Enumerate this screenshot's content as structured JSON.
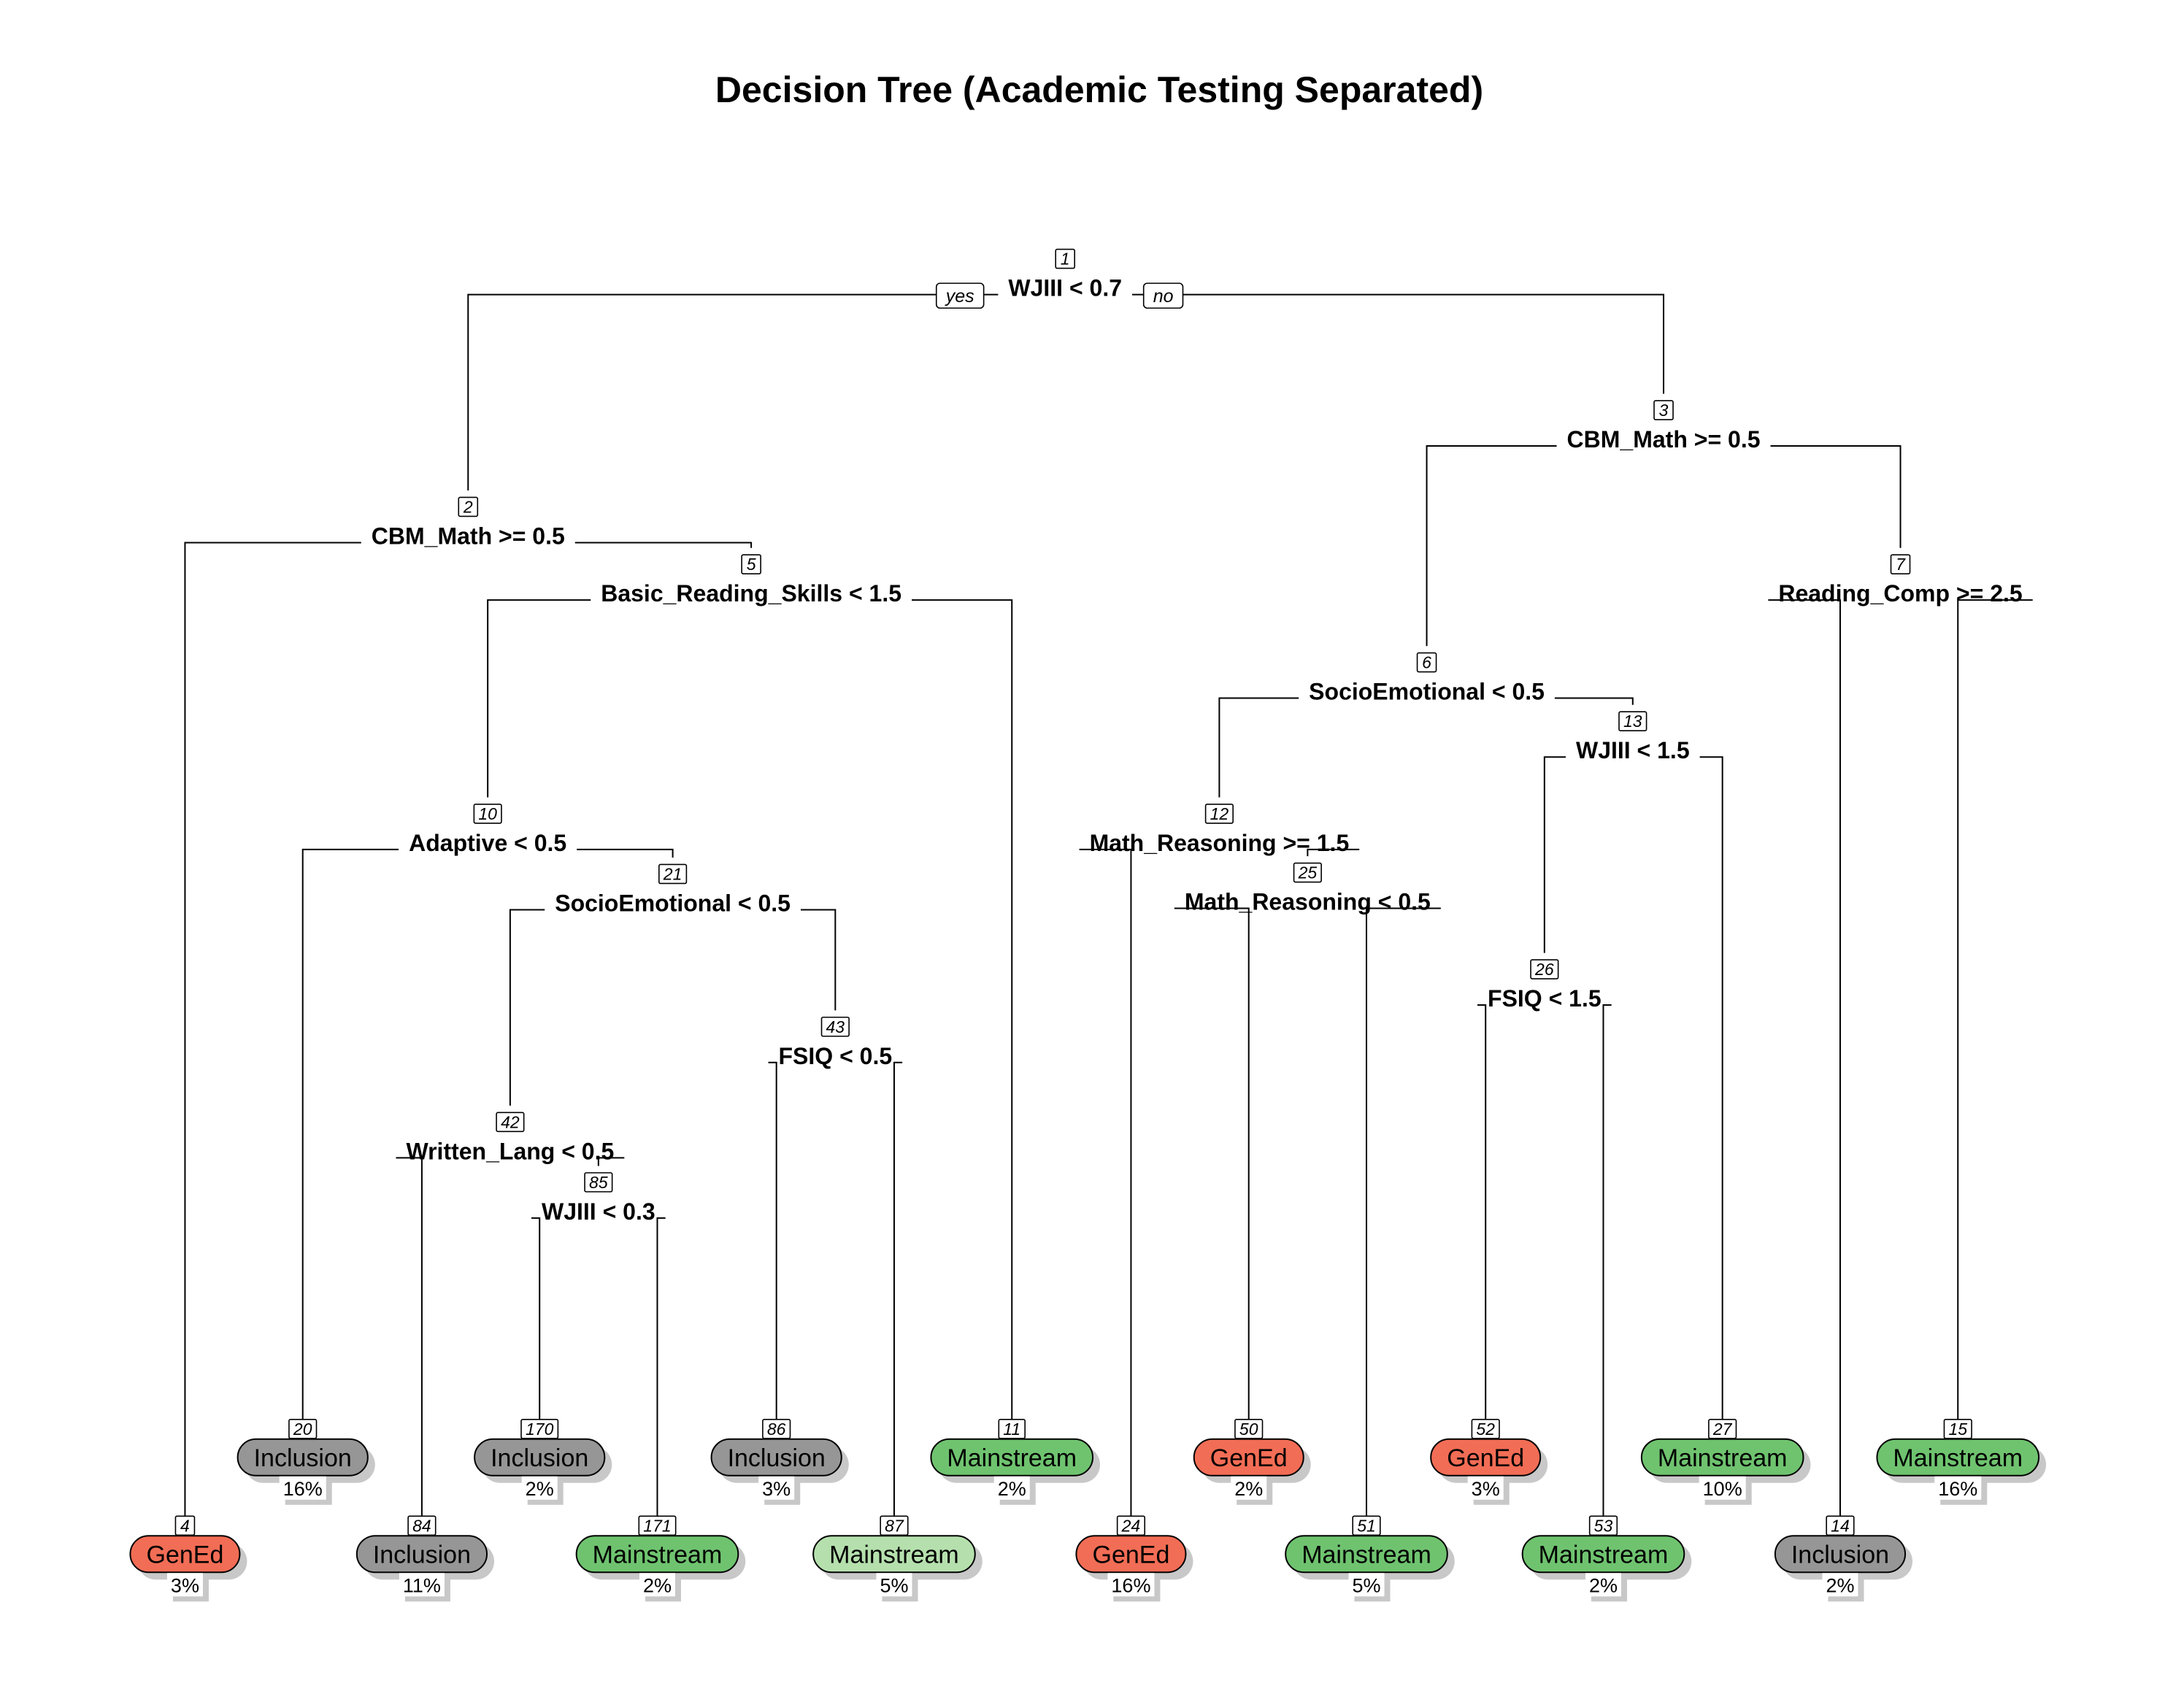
{
  "title": "Decision Tree (Academic Testing Separated)",
  "branch_labels": {
    "yes": "yes",
    "no": "no"
  },
  "colors": {
    "GenEd": "#f26d55",
    "Inclusion": "#969696",
    "Mainstream": "#6fc36f",
    "Mainstream_light": "#b5e0ad",
    "shadow": "#c8c8c8"
  },
  "splits": [
    {
      "id": "1",
      "label": "WJIII < 0.7"
    },
    {
      "id": "2",
      "label": "CBM_Math >= 0.5"
    },
    {
      "id": "3",
      "label": "CBM_Math >= 0.5"
    },
    {
      "id": "5",
      "label": "Basic_Reading_Skills < 1.5"
    },
    {
      "id": "6",
      "label": "SocioEmotional < 0.5"
    },
    {
      "id": "7",
      "label": "Reading_Comp >= 2.5"
    },
    {
      "id": "10",
      "label": "Adaptive < 0.5"
    },
    {
      "id": "12",
      "label": "Math_Reasoning >= 1.5"
    },
    {
      "id": "13",
      "label": "WJIII < 1.5"
    },
    {
      "id": "21",
      "label": "SocioEmotional < 0.5"
    },
    {
      "id": "25",
      "label": "Math_Reasoning < 0.5"
    },
    {
      "id": "26",
      "label": "FSIQ < 1.5"
    },
    {
      "id": "42",
      "label": "Written_Lang < 0.5"
    },
    {
      "id": "43",
      "label": "FSIQ < 0.5"
    },
    {
      "id": "85",
      "label": "WJIII < 0.3"
    }
  ],
  "leaves": [
    {
      "id": "4",
      "class": "GenEd",
      "pct": "3%",
      "shade": "GenEd"
    },
    {
      "id": "20",
      "class": "Inclusion",
      "pct": "16%",
      "shade": "Inclusion"
    },
    {
      "id": "84",
      "class": "Inclusion",
      "pct": "11%",
      "shade": "Inclusion"
    },
    {
      "id": "170",
      "class": "Inclusion",
      "pct": "2%",
      "shade": "Inclusion"
    },
    {
      "id": "171",
      "class": "Mainstream",
      "pct": "2%",
      "shade": "Mainstream"
    },
    {
      "id": "86",
      "class": "Inclusion",
      "pct": "3%",
      "shade": "Inclusion"
    },
    {
      "id": "87",
      "class": "Mainstream",
      "pct": "5%",
      "shade": "Mainstream_light"
    },
    {
      "id": "11",
      "class": "Mainstream",
      "pct": "2%",
      "shade": "Mainstream"
    },
    {
      "id": "24",
      "class": "GenEd",
      "pct": "16%",
      "shade": "GenEd"
    },
    {
      "id": "50",
      "class": "GenEd",
      "pct": "2%",
      "shade": "GenEd"
    },
    {
      "id": "51",
      "class": "Mainstream",
      "pct": "5%",
      "shade": "Mainstream"
    },
    {
      "id": "52",
      "class": "GenEd",
      "pct": "3%",
      "shade": "GenEd"
    },
    {
      "id": "53",
      "class": "Mainstream",
      "pct": "2%",
      "shade": "Mainstream"
    },
    {
      "id": "27",
      "class": "Mainstream",
      "pct": "10%",
      "shade": "Mainstream"
    },
    {
      "id": "14",
      "class": "Inclusion",
      "pct": "2%",
      "shade": "Inclusion"
    },
    {
      "id": "15",
      "class": "Mainstream",
      "pct": "16%",
      "shade": "Mainstream"
    }
  ],
  "edges": [
    [
      "1",
      "2"
    ],
    [
      "1",
      "3"
    ],
    [
      "2",
      "4"
    ],
    [
      "2",
      "5"
    ],
    [
      "3",
      "6"
    ],
    [
      "3",
      "7"
    ],
    [
      "5",
      "10"
    ],
    [
      "5",
      "11"
    ],
    [
      "6",
      "12"
    ],
    [
      "6",
      "13"
    ],
    [
      "7",
      "14"
    ],
    [
      "7",
      "15"
    ],
    [
      "10",
      "20"
    ],
    [
      "10",
      "21"
    ],
    [
      "12",
      "24"
    ],
    [
      "12",
      "25"
    ],
    [
      "13",
      "26"
    ],
    [
      "13",
      "27"
    ],
    [
      "21",
      "42"
    ],
    [
      "21",
      "43"
    ],
    [
      "25",
      "50"
    ],
    [
      "25",
      "51"
    ],
    [
      "26",
      "52"
    ],
    [
      "26",
      "53"
    ],
    [
      "42",
      "84"
    ],
    [
      "42",
      "85"
    ],
    [
      "43",
      "86"
    ],
    [
      "43",
      "87"
    ],
    [
      "85",
      "170"
    ],
    [
      "85",
      "171"
    ]
  ]
}
